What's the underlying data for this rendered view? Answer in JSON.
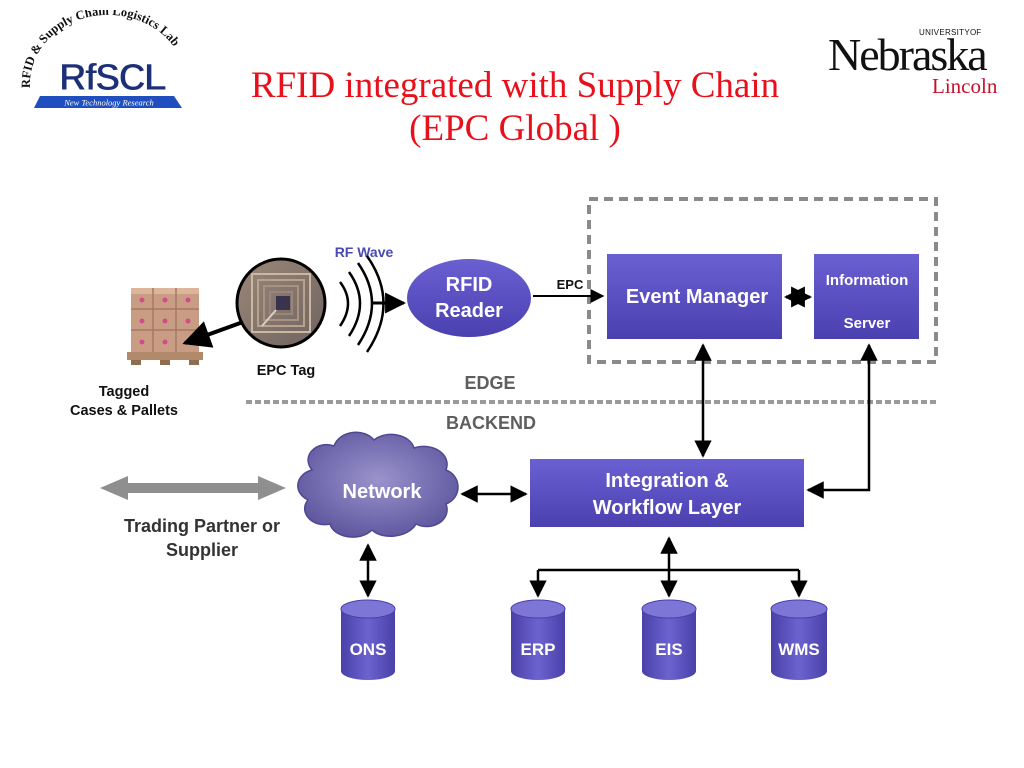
{
  "slide": {
    "title_line1": "RFID integrated with Supply Chain",
    "title_line2": "(EPC Global )"
  },
  "logo_lab": {
    "arc_text": "RFID & Supply Chain Logistics Lab",
    "name": "RfSCL",
    "tagline": "New Technology Research"
  },
  "logo_university": {
    "small": "UNIVERSITY",
    "of": "OF",
    "name": "Nebraska",
    "campus": "Lincoln"
  },
  "diagram": {
    "rf_wave": "RF Wave",
    "epc_tag": "EPC Tag",
    "tagged_line1": "Tagged",
    "tagged_line2": "Cases & Pallets",
    "rfid_reader_line1": "RFID",
    "rfid_reader_line2": "Reader",
    "epc": "EPC",
    "event_manager": "Event  Manager",
    "info_server_line1": "Information",
    "info_server_line2": "Server",
    "edge": "EDGE",
    "backend": "BACKEND",
    "network": "Network",
    "integration_line1": "Integration &",
    "integration_line2": "Workflow Layer",
    "trading_line1": "Trading Partner or",
    "trading_line2": "Supplier",
    "ons": "ONS",
    "erp": "ERP",
    "eis": "EIS",
    "wms": "WMS"
  },
  "colors": {
    "title": "#e8101a",
    "box_fill": "#5a4fc0",
    "cloud_fill": "#8078b8",
    "label_gray": "#5e5e5e",
    "rf_wave": "#4a4ab0",
    "lincoln": "#c8102e"
  }
}
